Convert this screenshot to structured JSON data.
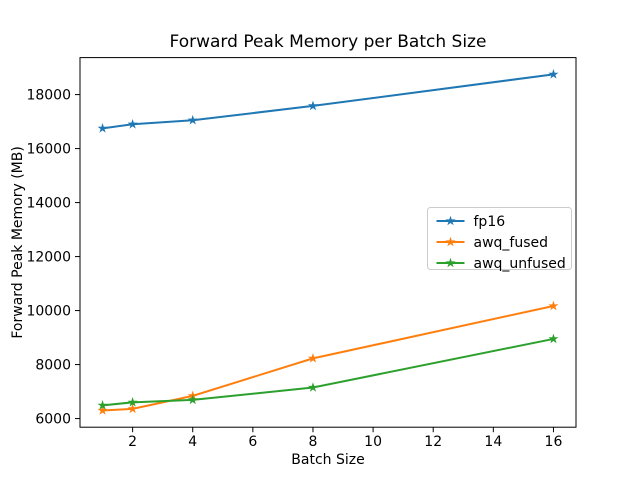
{
  "figure": {
    "background": "#ffffff",
    "spine_color": "#000000",
    "legend_border_color": "#cccccc",
    "legend_background": "#ffffff"
  },
  "chart_data": {
    "type": "line",
    "title": "Forward Peak Memory per Batch Size",
    "xlabel": "Batch Size",
    "ylabel": "Forward Peak Memory (MB)",
    "x": [
      1,
      2,
      4,
      8,
      16
    ],
    "series": [
      {
        "name": "fp16",
        "color": "#1f77b4",
        "marker": "star",
        "values": [
          16750,
          16900,
          17050,
          17580,
          18750
        ]
      },
      {
        "name": "awq_fused",
        "color": "#ff7f0e",
        "marker": "star",
        "values": [
          6300,
          6360,
          6840,
          8230,
          10170
        ]
      },
      {
        "name": "awq_unfused",
        "color": "#2ca02c",
        "marker": "star",
        "values": [
          6490,
          6600,
          6690,
          7150,
          8950
        ]
      }
    ],
    "x_ticks": [
      2,
      4,
      6,
      8,
      10,
      12,
      14,
      16
    ],
    "y_ticks": [
      6000,
      8000,
      10000,
      12000,
      14000,
      16000,
      18000
    ],
    "xlim": [
      0.25,
      16.75
    ],
    "ylim": [
      5680,
      19370
    ],
    "grid": false,
    "legend": {
      "position": "center right",
      "entries": [
        "fp16",
        "awq_fused",
        "awq_unfused"
      ]
    }
  }
}
